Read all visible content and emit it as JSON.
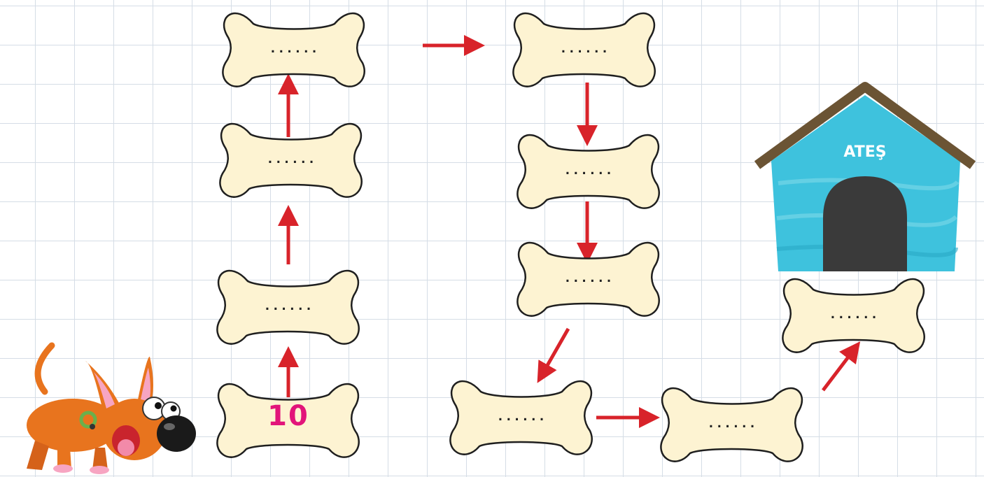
{
  "colors": {
    "bone_fill": "#fdf3d2",
    "bone_stroke": "#1f1f1f",
    "arrow": "#d8232a",
    "start_number": "#e2147a",
    "house_wall": "#3ec2dd",
    "house_roof": "#6b5434",
    "house_door": "#3a3a3a",
    "dog": "#e8741e"
  },
  "game": {
    "house_name": "ATEŞ",
    "bones": [
      {
        "id": "b1",
        "text": "10",
        "start": true
      },
      {
        "id": "b2",
        "text": "......"
      },
      {
        "id": "b3",
        "text": "......"
      },
      {
        "id": "b4",
        "text": "......"
      },
      {
        "id": "b5",
        "text": "......"
      },
      {
        "id": "b6",
        "text": "......"
      },
      {
        "id": "b7",
        "text": "......"
      },
      {
        "id": "b8",
        "text": "......"
      },
      {
        "id": "b9",
        "text": "......"
      },
      {
        "id": "b10",
        "text": "......"
      }
    ],
    "arrows": [
      {
        "direction": "up"
      },
      {
        "direction": "up"
      },
      {
        "direction": "up"
      },
      {
        "direction": "right"
      },
      {
        "direction": "down"
      },
      {
        "direction": "down"
      },
      {
        "direction": "down-left"
      },
      {
        "direction": "right"
      },
      {
        "direction": "up-right"
      }
    ]
  }
}
